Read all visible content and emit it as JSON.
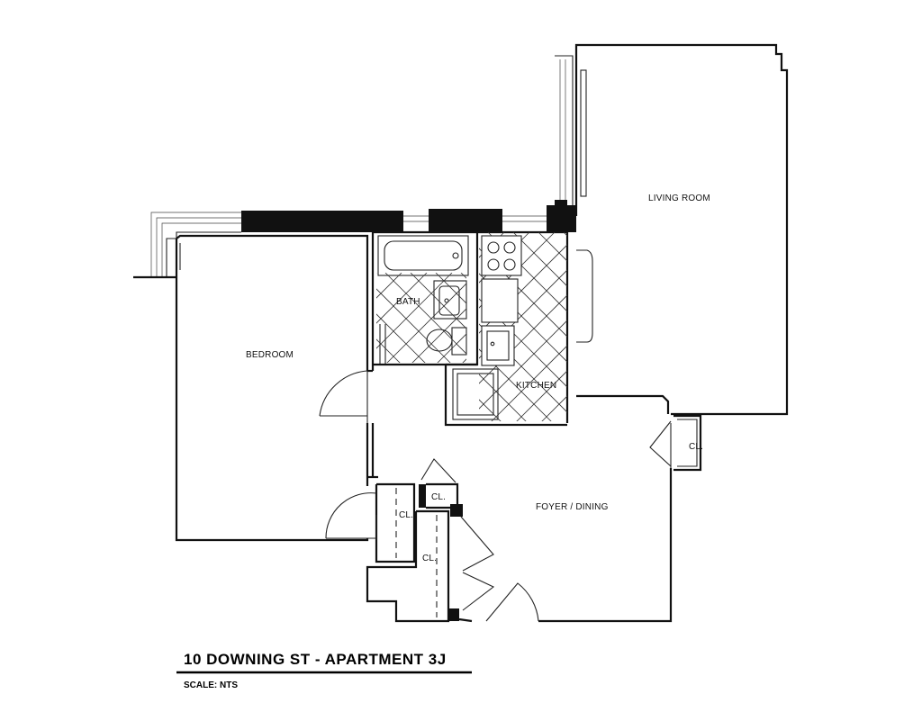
{
  "plan": {
    "title": "10 DOWNING ST - APARTMENT 3J",
    "scale": "SCALE: NTS",
    "rooms": {
      "living_room": "LIVING ROOM",
      "bedroom": "BEDROOM",
      "bath": "BATH",
      "kitchen": "KITCHEN",
      "foyer_dining": "FOYER / DINING"
    },
    "closets": {
      "closet_1": "CL.",
      "closet_2": "CL.",
      "closet_3": "CL.",
      "closet_4": "CL."
    }
  }
}
